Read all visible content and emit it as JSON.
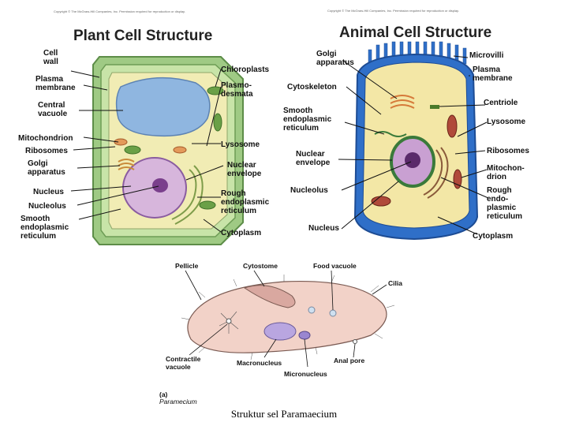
{
  "plant": {
    "title": "Plant Cell Structure",
    "copyright": "Copyright © The McGraw-Hill Companies, Inc. Permission required for reproduction or display.",
    "labels": {
      "cell_wall": "Cell\nwall",
      "plasma_membrane": "Plasma\nmembrane",
      "central_vacuole": "Central\nvacuole",
      "mitochondrion": "Mitochondrion",
      "ribosomes": "Ribosomes",
      "golgi": "Golgi\napparatus",
      "nucleus": "Nucleus",
      "nucleolus": "Nucleolus",
      "smooth_er": "Smooth\nendoplasmic\nreticulum",
      "chloroplasts": "Chloroplasts",
      "plasmodesmata": "Plasmo-\ndesmata",
      "lysosome": "Lysosome",
      "nuclear_envelope": "Nuclear\nenvelope",
      "rough_er": "Rough\nendoplasmic\nreticulum",
      "cytoplasm": "Cytoplasm"
    }
  },
  "animal": {
    "title": "Animal Cell Structure",
    "copyright": "Copyright © The McGraw-Hill Companies, Inc. Permission required for reproduction or display.",
    "labels": {
      "golgi": "Golgi\napparatus",
      "cytoskeleton": "Cytoskeleton",
      "smooth_er": "Smooth\nendoplasmic\nreticulum",
      "nuclear_envelope": "Nuclear\nenvelope",
      "nucleolus": "Nucleolus",
      "nucleus": "Nucleus",
      "microvilli": "Microvilli",
      "plasma_membrane": "Plasma\nmembrane",
      "centriole": "Centriole",
      "lysosome": "Lysosome",
      "ribosomes": "Ribosomes",
      "mitochondrion": "Mitochon-\ndrion",
      "rough_er": "Rough\nendo-\nplasmic\nreticulum",
      "cytoplasm": "Cytoplasm"
    }
  },
  "paramecium": {
    "labels": {
      "pellicle": "Pellicle",
      "cytostome": "Cytostome",
      "food_vacuole": "Food vacuole",
      "cilia": "Cilia",
      "contractile_vacuole": "Contractile\nvacuole",
      "macronucleus": "Macronucleus",
      "micronucleus": "Micronucleus",
      "anal_pore": "Anal pore"
    },
    "panel_letter": "(a)",
    "panel_name": "Paramecium"
  },
  "caption": "Struktur sel  Paramaecium",
  "colors": {
    "plant_wall": "#a8d08a",
    "plant_cytoplasm": "#f1ecb4",
    "vacuole": "#8fb6e0",
    "nucleus": "#d7b6dc",
    "animal_membrane": "#2f6fc8",
    "animal_cytoplasm": "#f3e7a6",
    "paramecium_body": "#f2d2c8"
  }
}
